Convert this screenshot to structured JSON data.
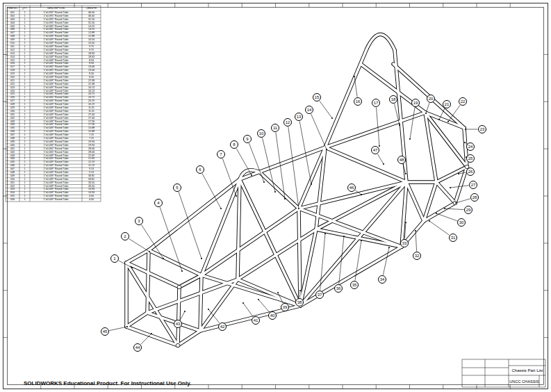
{
  "diagram": {
    "nodes": [
      {
        "text": [
          "1"
        ]
      },
      {
        "text": [
          "2"
        ]
      },
      {
        "text": [
          "3"
        ]
      },
      {
        "text": [
          "4"
        ]
      },
      {
        "text": [
          "5"
        ]
      },
      {
        "text": [
          "6"
        ]
      },
      {
        "text": [
          "7"
        ]
      },
      {
        "text": [
          "8"
        ]
      },
      {
        "text": [
          "9"
        ]
      },
      {
        "text": [
          "10"
        ]
      },
      {
        "text": [
          "11"
        ]
      },
      {
        "text": [
          "12"
        ]
      },
      {
        "text": [
          "13"
        ]
      },
      {
        "text": [
          "14"
        ]
      },
      {
        "text": [
          "15"
        ]
      },
      {
        "text": [
          "16"
        ]
      },
      {
        "text": [
          "17"
        ]
      },
      {
        "text": [
          "18"
        ]
      },
      {
        "text": [
          "19"
        ]
      },
      {
        "text": [
          "20"
        ]
      },
      {
        "text": [
          "21"
        ]
      },
      {
        "text": [
          "22"
        ]
      },
      {
        "text": [
          "23"
        ]
      },
      {
        "text": [
          "24"
        ]
      },
      {
        "text": [
          "25"
        ]
      },
      {
        "text": [
          "26"
        ]
      },
      {
        "text": [
          "27"
        ]
      },
      {
        "text": [
          "28"
        ]
      },
      {
        "text": [
          "29"
        ]
      },
      {
        "text": [
          "30"
        ]
      },
      {
        "text": [
          "31"
        ]
      },
      {
        "text": [
          "32"
        ]
      },
      {
        "text": [
          "33"
        ]
      },
      {
        "text": [
          "34"
        ]
      },
      {
        "text": [
          "35"
        ]
      },
      {
        "text": [
          "36"
        ]
      },
      {
        "text": [
          "37"
        ]
      },
      {
        "text": [
          "38"
        ]
      },
      {
        "text": [
          "39"
        ]
      },
      {
        "text": [
          "40"
        ]
      },
      {
        "text": [
          "41"
        ]
      },
      {
        "text": [
          "42"
        ]
      },
      {
        "text": [
          "43"
        ]
      },
      {
        "text": [
          "44"
        ]
      },
      {
        "text": [
          "45"
        ]
      },
      {
        "text": [
          "46"
        ]
      },
      {
        "text": [
          "47"
        ]
      },
      {
        "text": [
          "48"
        ]
      }
    ],
    "labels": [
      "ITEM NO.",
      "QTY.",
      "DESCRIPTION",
      "LENGTH",
      "001",
      "1",
      "1\"x0.095\" Round Tube",
      "46.00",
      "002",
      "1",
      "1\"x0.095\" Round Tube",
      "46.00",
      "003",
      "1",
      "1\"x0.095\" Round Tube",
      "31.50",
      "004",
      "1",
      "1\"x0.095\" Round Tube",
      "31.50",
      "005",
      "1",
      "1\"x0.065\" Round Tube",
      "14.25",
      "006",
      "1",
      "1\"x0.065\" Round Tube",
      "14.25",
      "007",
      "1",
      "1\"x0.049\" Round Tube",
      "12.88",
      "008",
      "1",
      "1\"x0.049\" Round Tube",
      "12.88",
      "009",
      "1",
      "1\"x0.049\" Round Tube",
      "10.50",
      "010",
      "1",
      "1\"x0.049\" Round Tube",
      "10.50",
      "011",
      "1",
      "1\"x0.049\" Round Tube",
      "9.75",
      "012",
      "1",
      "1\"x0.049\" Round Tube",
      "9.75",
      "013",
      "1",
      "1\"x0.049\" Round Tube",
      "18.63",
      "014",
      "1",
      "1\"x0.049\" Round Tube",
      "18.63",
      "015",
      "1",
      "1\"x0.049\" Round Tube",
      "8.94",
      "016",
      "1",
      "1\"x0.049\" Round Tube",
      "8.94",
      "017",
      "1",
      "1\"x0.065\" Round Tube",
      "13.06",
      "018",
      "1",
      "1\"x0.065\" Round Tube",
      "13.06",
      "019",
      "1",
      "1\"x0.049\" Round Tube",
      "6.50",
      "020",
      "1",
      "1\"x0.049\" Round Tube",
      "6.50",
      "021",
      "1",
      "1\"x0.049\" Round Tube",
      "22.38",
      "022",
      "1",
      "1\"x0.049\" Round Tube",
      "22.38",
      "023",
      "1",
      "1\"x0.049\" Round Tube",
      "16.13",
      "024",
      "1",
      "1\"x0.049\" Round Tube",
      "16.13",
      "025",
      "1",
      "1\"x0.065\" Round Tube",
      "24.75",
      "026",
      "1",
      "1\"x0.065\" Round Tube",
      "24.75",
      "027",
      "1",
      "1\"x0.049\" Round Tube",
      "20.19",
      "028",
      "1",
      "1\"x0.049\" Round Tube",
      "20.19",
      "029",
      "1",
      "1\"x0.049\" Round Tube",
      "11.31",
      "030",
      "1",
      "1\"x0.049\" Round Tube",
      "11.31",
      "031",
      "1",
      "1\"x0.049\" Round Tube",
      "27.44",
      "032",
      "1",
      "1\"x0.049\" Round Tube",
      "27.44",
      "033",
      "1",
      "1\"x0.049\" Round Tube",
      "17.56",
      "034",
      "1",
      "1\"x0.049\" Round Tube",
      "17.56",
      "035",
      "1",
      "1\"x0.049\" Round Tube",
      "15.88",
      "036",
      "1",
      "1\"x0.049\" Round Tube",
      "15.88",
      "037",
      "1",
      "1\"x0.049\" Round Tube",
      "7.25",
      "038",
      "1",
      "1\"x0.049\" Round Tube",
      "7.25",
      "039",
      "1",
      "1\"x0.049\" Round Tube",
      "19.94",
      "040",
      "1",
      "1\"x0.049\" Round Tube",
      "19.94",
      "041",
      "1",
      "1\"x0.065\" Round Tube",
      "28.06",
      "042",
      "1",
      "1\"x0.065\" Round Tube",
      "28.06",
      "043",
      "1",
      "1\"x0.049\" Round Tube",
      "21.69",
      "044",
      "1",
      "1\"x0.049\" Round Tube",
      "21.69",
      "045",
      "1",
      "1\"x0.049\" Round Tube",
      "12.19",
      "046",
      "1",
      "1\"x0.049\" Round Tube",
      "12.19",
      "047",
      "1",
      "1\"x0.049\" Round Tube",
      "9.13",
      "048",
      "1",
      "1\"x0.049\" Round Tube",
      "9.13",
      "049",
      "1",
      "1\"x0.049\" Round Tube",
      "33.81",
      "050",
      "1",
      "1\"x0.049\" Round Tube",
      "33.81",
      "051",
      "1",
      "1\"x0.049\" Round Tube",
      "26.50",
      "052",
      "1",
      "1\"x0.049\" Round Tube",
      "26.50",
      "053",
      "1",
      "1\"x0.049\" Round Tube",
      "14.94",
      "054",
      "1",
      "1\"x0.049\" Round Tube",
      "14.94",
      "055",
      "1",
      "1\"x0.049\" Round Tube",
      "4.00",
      "056",
      "1",
      "1\"x0.049\" Round Tube",
      "4.00",
      "Chassis Part List",
      "UNCC CHASSIS",
      "SOLIDWORKS Educational Product. For Instructional Use Only."
    ]
  }
}
